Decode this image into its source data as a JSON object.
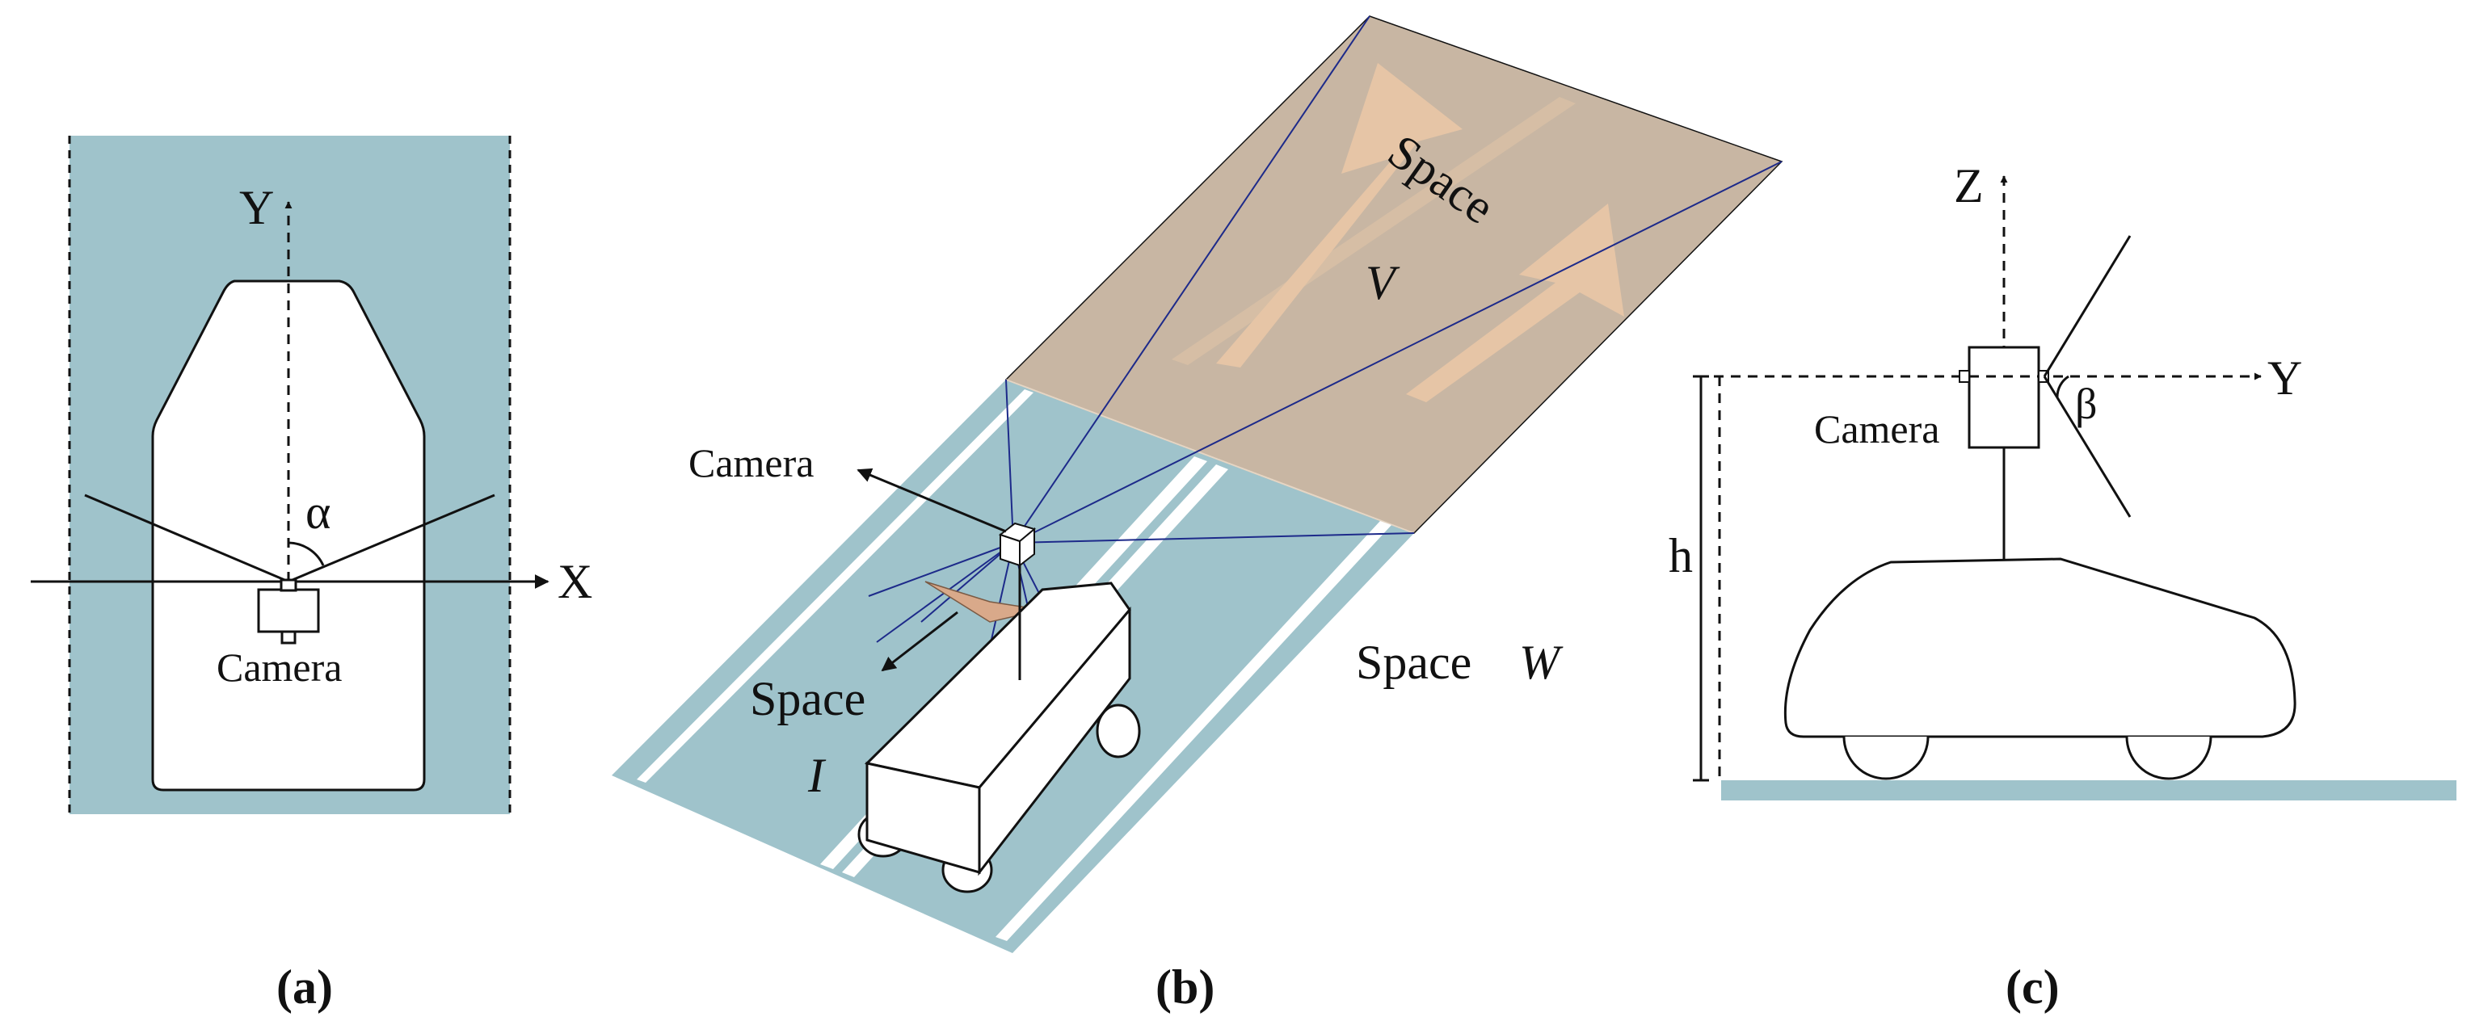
{
  "colors": {
    "ground": "#9fc3cb",
    "road_far": "#c8b6a3",
    "arrow": "#e6c5a6",
    "sight": "#1d2a8a",
    "mark": "#ffffff",
    "ink": "#111111"
  },
  "panel_a": {
    "axis_y": "Y",
    "axis_x": "X",
    "angle": "α",
    "camera": "Camera",
    "caption_open": "(",
    "caption_letter": "a",
    "caption_close": ")"
  },
  "panel_b": {
    "camera": "Camera",
    "space_v_word": "Space",
    "space_v_letter": "V",
    "space_w_word": "Space",
    "space_w_letter": "W",
    "space_i_word": "Space",
    "space_i_letter": "I",
    "caption_open": "(",
    "caption_letter": "b",
    "caption_close": ")"
  },
  "panel_c": {
    "axis_z": "Z",
    "axis_y": "Y",
    "angle": "β",
    "camera": "Camera",
    "height": "h",
    "caption_open": "(",
    "caption_letter": "c",
    "caption_close": ")"
  }
}
